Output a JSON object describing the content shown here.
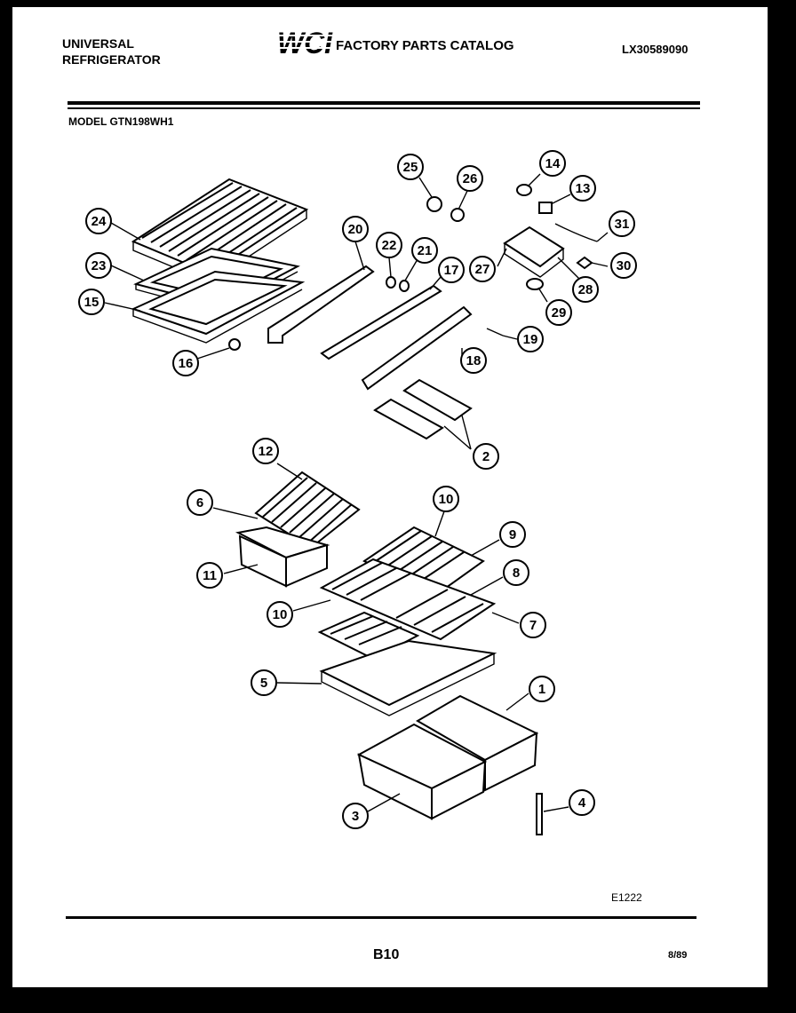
{
  "header": {
    "brand_line1": "UNIVERSAL",
    "brand_line2": "REFRIGERATOR",
    "logo_text": "WCI",
    "catalog_title": "FACTORY PARTS CATALOG",
    "catalog_number": "LX30589090",
    "model_label": "MODEL GTN198WH1"
  },
  "footer": {
    "figure_code": "E1222",
    "page": "B10",
    "date": "8/89"
  },
  "callouts": [
    {
      "id": "c24",
      "text": "24"
    },
    {
      "id": "c23",
      "text": "23"
    },
    {
      "id": "c15",
      "text": "15"
    },
    {
      "id": "c16",
      "text": "16"
    },
    {
      "id": "c20",
      "text": "20"
    },
    {
      "id": "c22",
      "text": "22"
    },
    {
      "id": "c21",
      "text": "21"
    },
    {
      "id": "c17",
      "text": "17"
    },
    {
      "id": "c18",
      "text": "18"
    },
    {
      "id": "c19",
      "text": "19"
    },
    {
      "id": "c25",
      "text": "25"
    },
    {
      "id": "c26",
      "text": "26"
    },
    {
      "id": "c14",
      "text": "14"
    },
    {
      "id": "c13",
      "text": "13"
    },
    {
      "id": "c31",
      "text": "31"
    },
    {
      "id": "c27",
      "text": "27"
    },
    {
      "id": "c28",
      "text": "28"
    },
    {
      "id": "c29",
      "text": "29"
    },
    {
      "id": "c30",
      "text": "30"
    },
    {
      "id": "c2",
      "text": "2"
    },
    {
      "id": "c12",
      "text": "12"
    },
    {
      "id": "c6",
      "text": "6"
    },
    {
      "id": "c11",
      "text": "11"
    },
    {
      "id": "c10a",
      "text": "10"
    },
    {
      "id": "c9",
      "text": "9"
    },
    {
      "id": "c8",
      "text": "8"
    },
    {
      "id": "c10b",
      "text": "10"
    },
    {
      "id": "c7",
      "text": "7"
    },
    {
      "id": "c5",
      "text": "5"
    },
    {
      "id": "c1",
      "text": "1"
    },
    {
      "id": "c3",
      "text": "3"
    },
    {
      "id": "c4",
      "text": "4"
    }
  ]
}
